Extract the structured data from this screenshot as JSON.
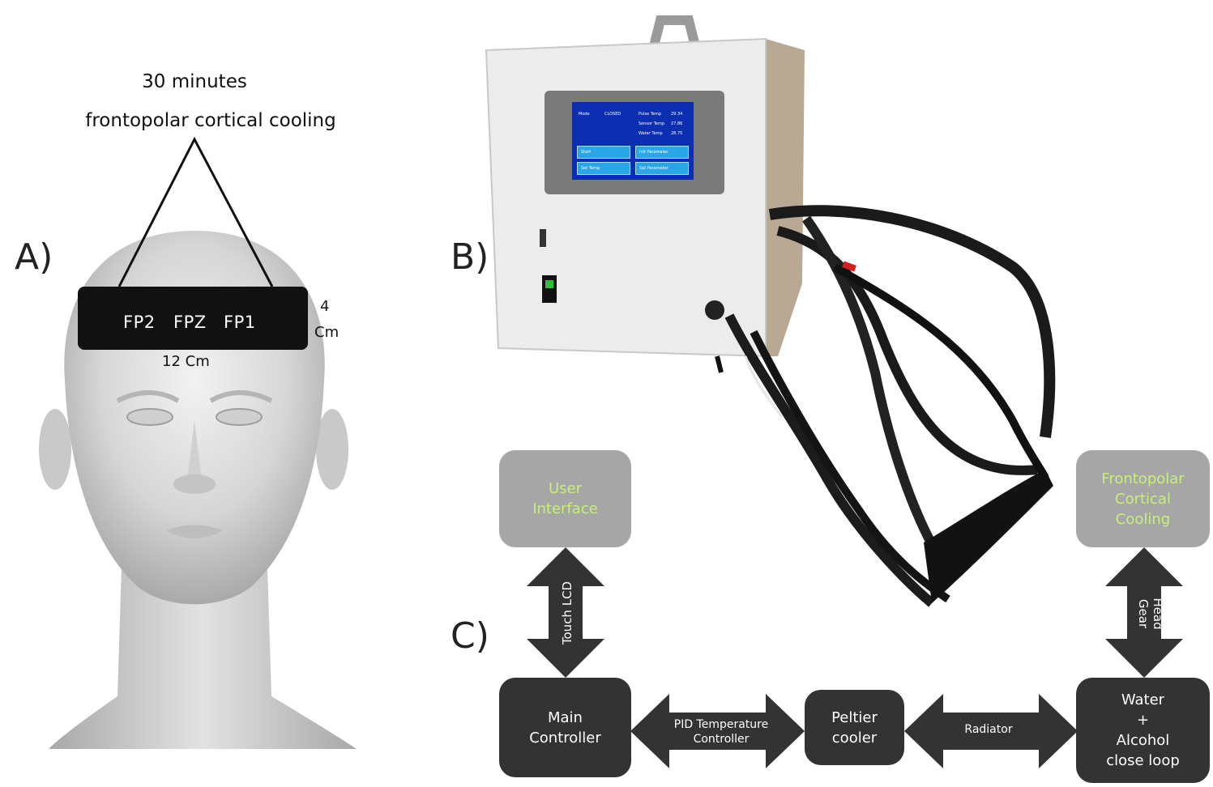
{
  "panel_a": {
    "letter": "A)",
    "caption_line1": "30 minutes",
    "caption_line2": "frontopolar cortical cooling",
    "electrodes": [
      "FP2",
      "FPZ",
      "FP1"
    ],
    "height_value": "4",
    "height_unit": "Cm",
    "width_label": "12 Cm"
  },
  "panel_b": {
    "letter": "B)",
    "lcd": {
      "mode_label": "Mode",
      "mode_value": "CLOSED",
      "rows": [
        {
          "label": "Pulse Temp",
          "value": "29.34"
        },
        {
          "label": "Sensor Temp",
          "value": "27.86"
        },
        {
          "label": "Water Temp",
          "value": "28.75"
        }
      ],
      "buttons": [
        "Start",
        "Init Parameter",
        "Set Temp",
        "Set Parameter"
      ]
    }
  },
  "panel_c": {
    "letter": "C)",
    "boxes": {
      "user_interface": "User\nInterface",
      "cortical_cooling": "Frontopolar\nCortical\nCooling",
      "main_controller": "Main\nController",
      "peltier": "Peltier\ncooler",
      "water_loop": "Water\n+\nAlcohol\nclose loop"
    },
    "arrows": {
      "touch_lcd": "Touch LCD",
      "head_gear": "Head\nGear",
      "pid": "PID Temperature\nController",
      "radiator": "Radiator"
    }
  },
  "colors": {
    "gray_box": "#a6a6a6",
    "gray_text": "#c6f07a",
    "dark_box": "#333333"
  }
}
